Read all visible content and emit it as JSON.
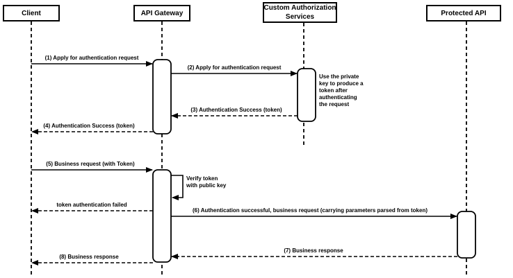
{
  "diagram": {
    "type": "sequence-diagram",
    "colors": {
      "line": "#000000",
      "fill": "#ffffff",
      "text": "#000000"
    },
    "participants": [
      {
        "id": "client",
        "label": "Client",
        "lines": [
          "Client"
        ]
      },
      {
        "id": "api-gateway",
        "label": "API Gateway",
        "lines": [
          "API Gateway"
        ]
      },
      {
        "id": "custom-authorization-services",
        "label": "Custom Authorization Services",
        "lines": [
          "Custom Authorization",
          "Services"
        ]
      },
      {
        "id": "protected-api",
        "label": "Protected API",
        "lines": [
          "Protected API"
        ]
      }
    ],
    "messages": [
      {
        "label": "(1) Apply for authentication request",
        "from": "Client",
        "to": "API Gateway",
        "style": "solid"
      },
      {
        "label": "(2) Apply for authentication request",
        "from": "API Gateway",
        "to": "Custom Authorization Services",
        "style": "solid"
      },
      {
        "label": "(3) Authentication Success (token)",
        "from": "Custom Authorization Services",
        "to": "API Gateway",
        "style": "dashed"
      },
      {
        "label": "(4) Authentication Success (token)",
        "from": "API Gateway",
        "to": "Client",
        "style": "dashed"
      },
      {
        "label": "(5) Business request (with Token)",
        "from": "Client",
        "to": "API Gateway",
        "style": "solid"
      },
      {
        "label": "token authentication failed",
        "from": "API Gateway",
        "to": "Client",
        "style": "dashed"
      },
      {
        "label": "(6) Authentication successful, business request (carrying parameters parsed from token)",
        "from": "API Gateway",
        "to": "Protected API",
        "style": "solid"
      },
      {
        "label": "(7) Business response",
        "from": "Protected API",
        "to": "API Gateway",
        "style": "dashed"
      },
      {
        "label": "(8) Business response",
        "from": "API Gateway",
        "to": "Client",
        "style": "dashed"
      }
    ],
    "self_message": {
      "target": "API Gateway",
      "lines": [
        "Verify token",
        "with public key"
      ]
    },
    "note": {
      "attached_to": "Custom Authorization Services",
      "lines": [
        "Use the private",
        "key to produce a",
        "token after",
        "authenticating",
        "the request"
      ]
    }
  }
}
